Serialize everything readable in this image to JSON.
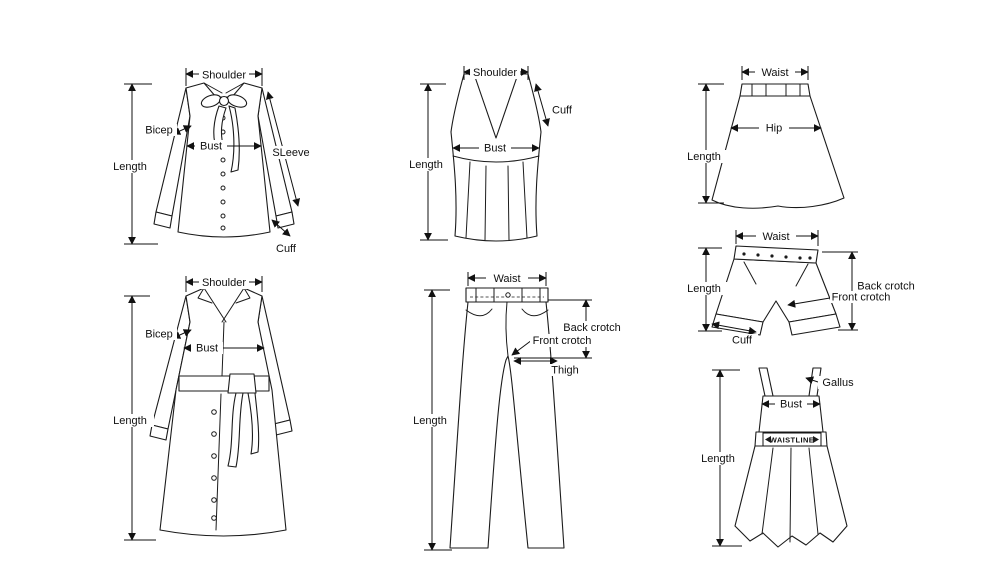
{
  "page": {
    "background_color": "#ffffff",
    "line_color": "#1b1b1b"
  },
  "garments": {
    "blouse": {
      "labels": {
        "shoulder": "Shoulder",
        "bicep": "Bicep",
        "bust": "Bust",
        "length": "Length",
        "sleeve": "SLeeve",
        "cuff": "Cuff"
      }
    },
    "tank_top": {
      "labels": {
        "shoulder": "Shoulder",
        "cuff": "Cuff",
        "bust": "Bust",
        "length": "Length"
      }
    },
    "skirt": {
      "labels": {
        "waist": "Waist",
        "hip": "Hip",
        "length": "Length"
      }
    },
    "shorts": {
      "labels": {
        "waist": "Waist",
        "length": "Length",
        "back_crotch": "Back crotch",
        "front_crotch": "Front crotch",
        "cuff": "Cuff"
      }
    },
    "coat": {
      "labels": {
        "shoulder": "Shoulder",
        "bicep": "Bicep",
        "bust": "Bust",
        "length": "Length"
      }
    },
    "pants": {
      "labels": {
        "waist": "Waist",
        "length": "Length",
        "back_crotch": "Back crotch",
        "front_crotch": "Front crotch",
        "thigh": "Thigh"
      }
    },
    "dress": {
      "labels": {
        "gallus": "Gallus",
        "bust": "Bust",
        "waistline": "WAISTLINE",
        "length": "Length"
      }
    }
  }
}
